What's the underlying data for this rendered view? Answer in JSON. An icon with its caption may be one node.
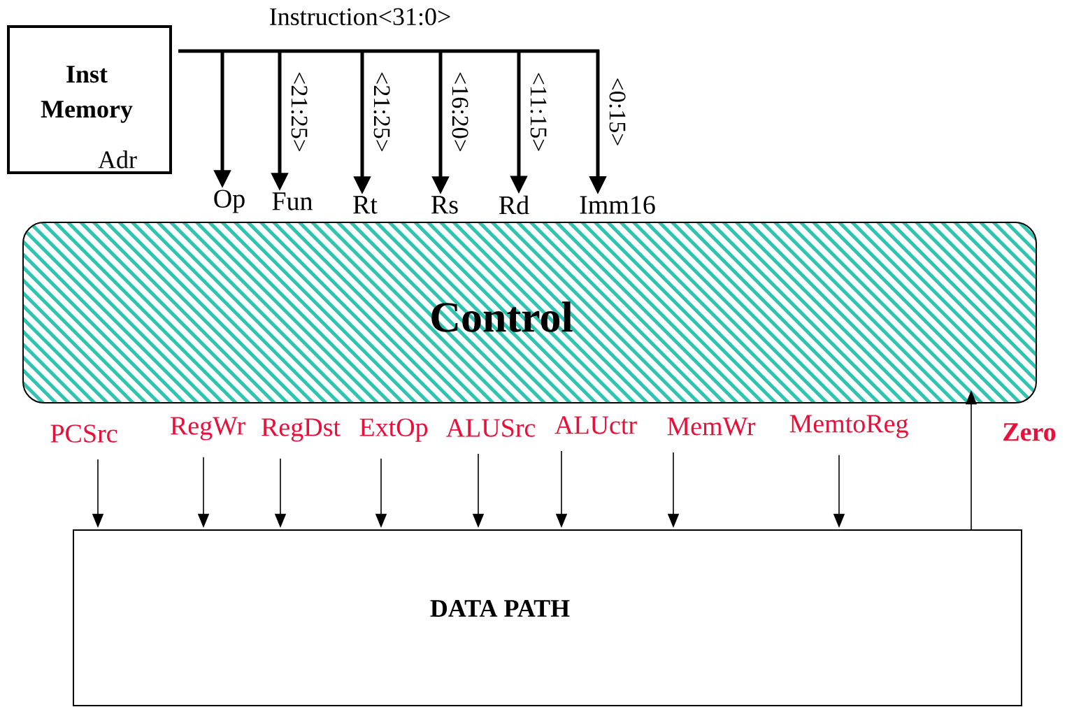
{
  "diagram": {
    "nodes": [
      {
        "text": [
          "Inst Memory",
          "Adr"
        ]
      },
      {
        "text": [
          "Control"
        ]
      },
      {
        "text": [
          "DATA PATH"
        ]
      },
      {
        "text": [
          "Op"
        ]
      },
      {
        "text": [
          "Fun"
        ]
      },
      {
        "text": [
          "Rt"
        ]
      },
      {
        "text": [
          "Rs"
        ]
      },
      {
        "text": [
          "Rd"
        ]
      },
      {
        "text": [
          "Imm16"
        ]
      },
      {
        "text": [
          "PCSrc"
        ]
      },
      {
        "text": [
          "RegWr"
        ]
      },
      {
        "text": [
          "RegDst"
        ]
      },
      {
        "text": [
          "ExtOp"
        ]
      },
      {
        "text": [
          "ALUSrc"
        ]
      },
      {
        "text": [
          "ALUctr"
        ]
      },
      {
        "text": [
          "MemWr"
        ]
      },
      {
        "text": [
          "MemtoReg"
        ]
      }
    ],
    "edges": [
      {
        "from": 0,
        "to": 3,
        "arrow": "to",
        "style": "thick"
      },
      {
        "from": 0,
        "to": 4,
        "arrow": "to",
        "style": "thick",
        "label": "<21:25>"
      },
      {
        "from": 0,
        "to": 5,
        "arrow": "to",
        "style": "thick",
        "label": "<21:25>"
      },
      {
        "from": 0,
        "to": 6,
        "arrow": "to",
        "style": "thick",
        "label": "<16:20>"
      },
      {
        "from": 0,
        "to": 7,
        "arrow": "to",
        "style": "thick",
        "label": "<11:15>"
      },
      {
        "from": 0,
        "to": 8,
        "arrow": "to",
        "style": "thick",
        "label": "<0:15>"
      },
      {
        "from": 9,
        "to": 2,
        "arrow": "to"
      },
      {
        "from": 10,
        "to": 2,
        "arrow": "to"
      },
      {
        "from": 11,
        "to": 2,
        "arrow": "to"
      },
      {
        "from": 12,
        "to": 2,
        "arrow": "to"
      },
      {
        "from": 13,
        "to": 2,
        "arrow": "to"
      },
      {
        "from": 14,
        "to": 2,
        "arrow": "to"
      },
      {
        "from": 15,
        "to": 2,
        "arrow": "to"
      },
      {
        "from": 16,
        "to": 2,
        "arrow": "to"
      },
      {
        "from": 2,
        "to": 1,
        "arrow": "to",
        "label": "Zero"
      }
    ],
    "labels": [
      "Instruction<31:0>"
    ]
  }
}
